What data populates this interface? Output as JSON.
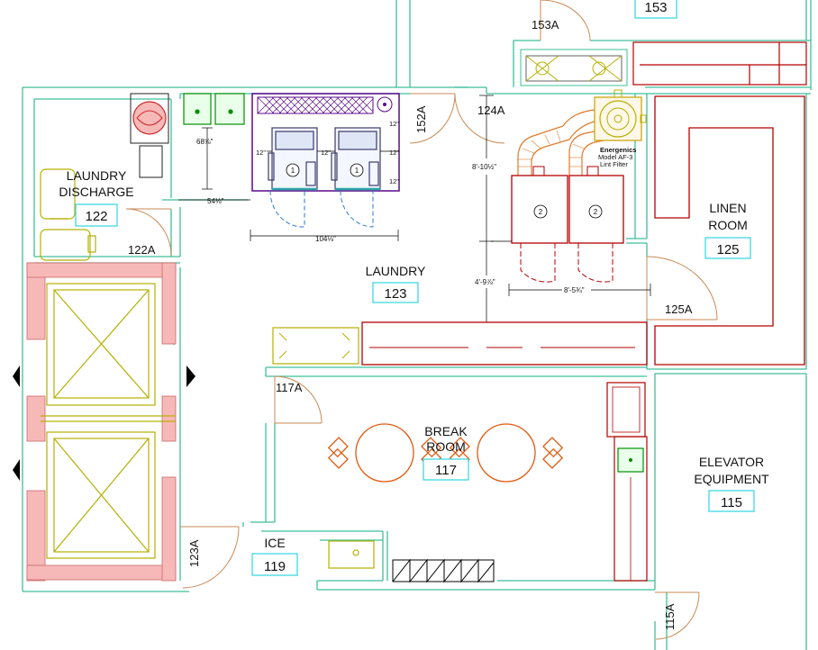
{
  "rooms": {
    "r153": {
      "number": "153"
    },
    "r122": {
      "name_line1": "LAUNDRY",
      "name_line2": "DISCHARGE",
      "number": "122"
    },
    "r123": {
      "name": "LAUNDRY",
      "number": "123"
    },
    "r125": {
      "name_line1": "LINEN",
      "name_line2": "ROOM",
      "number": "125"
    },
    "r117": {
      "name_line1": "BREAK",
      "name_line2": "ROOM",
      "number": "117"
    },
    "r115": {
      "name_line1": "ELEVATOR",
      "name_line2": "EQUIPMENT",
      "number": "115"
    },
    "r119": {
      "name": "ICE",
      "number": "119"
    }
  },
  "doors": {
    "d153A": "153A",
    "d152A": "152A",
    "d124A": "124A",
    "d122A": "122A",
    "d125A": "125A",
    "d117A": "117A",
    "d123A": "123A",
    "d115A": "115A"
  },
  "dimensions": {
    "washer_depth": "68⅝\"",
    "washer_width": "54⅛\"",
    "washer_run": "104⅛\"",
    "clear_top_1": "12\"",
    "clear_top_2": "12\"",
    "clear_top_3": "12\"",
    "clear_side_1": "12\"",
    "clear_side_2": "12\"",
    "dryer_height": "8'-10½\"",
    "dryer_clear": "4'-9⅞\"",
    "dryer_width": "8'-5¾\""
  },
  "equipment": {
    "lint_filter_line1": "Energenics",
    "lint_filter_line2": "Model AF-3",
    "lint_filter_line3": "Lint Filter",
    "washer_tag_1": "1",
    "washer_tag_2": "1",
    "dryer_tag_1": "2",
    "dryer_tag_2": "2"
  },
  "colors": {
    "wall": "#3dbf9a",
    "equipment_red": "#b40000",
    "equipment_purple": "#5a0a8a",
    "equipment_yellow": "#b5b000",
    "duct_orange": "#e07a2a",
    "door_swing": "#c98a55",
    "tag_cyan": "#2fd4e0",
    "furniture_orange": "#e05a10"
  }
}
